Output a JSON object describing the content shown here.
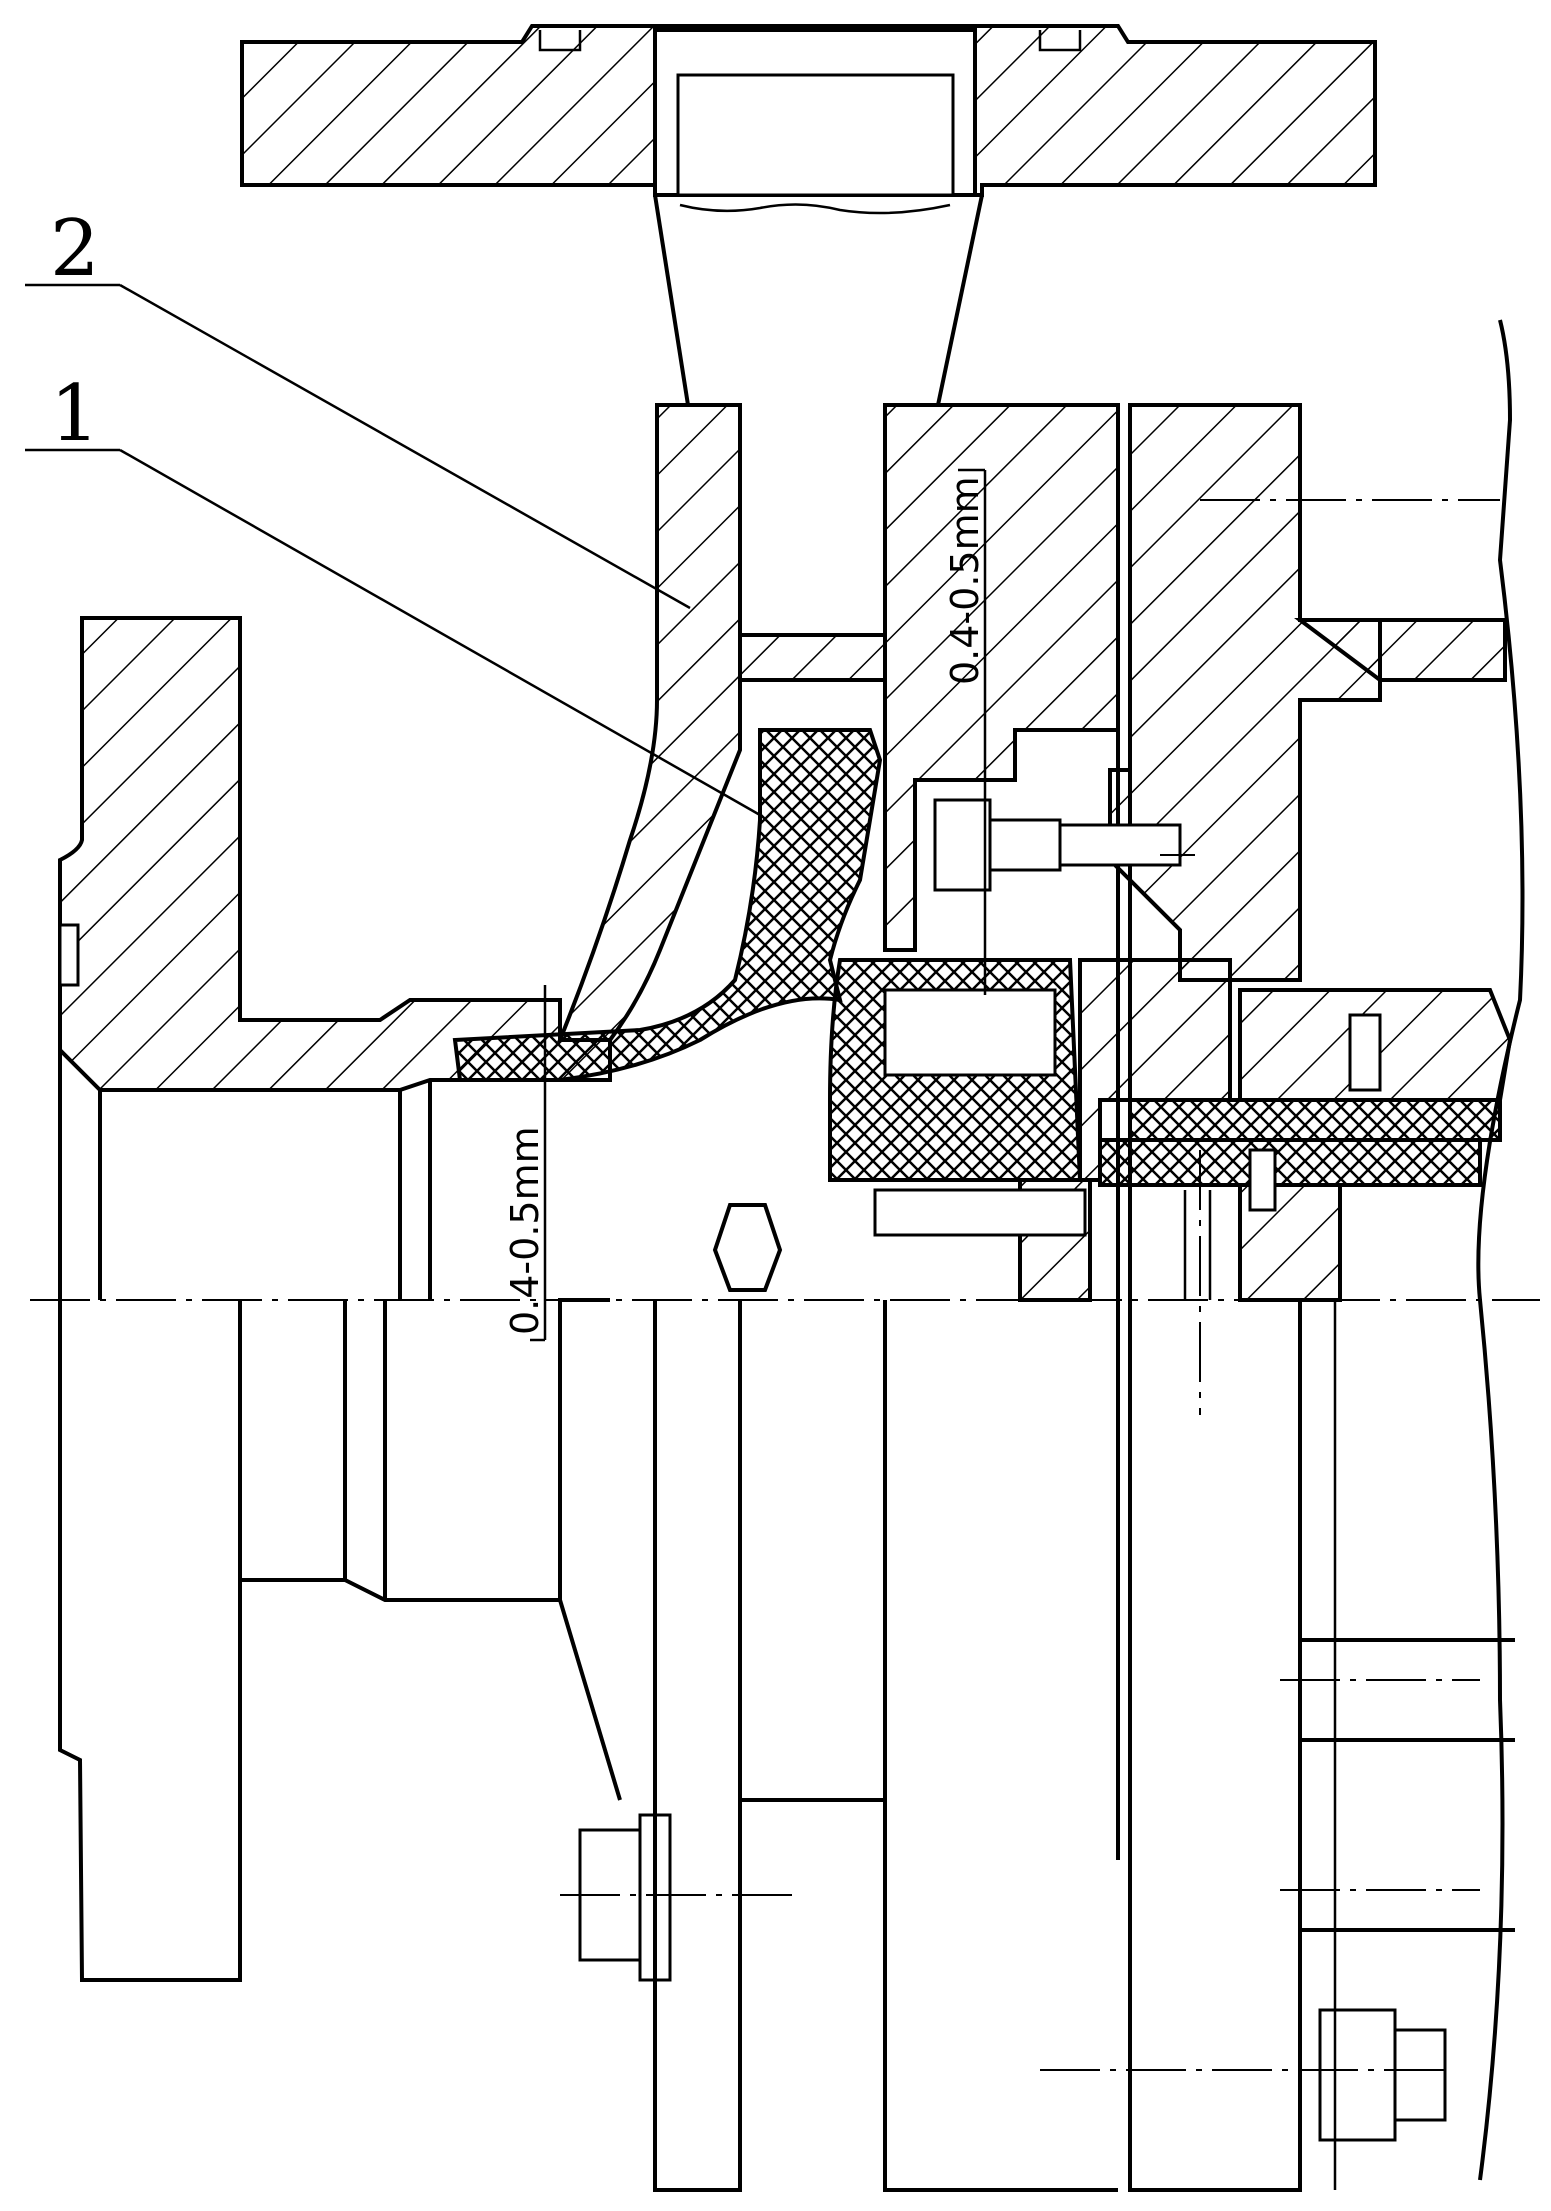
{
  "callouts": [
    {
      "label": "2"
    },
    {
      "label": "1"
    }
  ],
  "dimensions": [
    {
      "text": "0.4-0.5mm"
    },
    {
      "text": "0.4-0.5mm"
    }
  ],
  "colors": {
    "line": "#000000",
    "background": "#ffffff"
  }
}
